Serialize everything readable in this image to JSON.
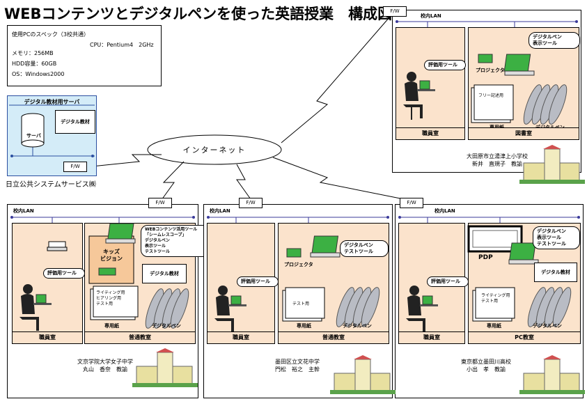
{
  "title": "WEBコンテンツとデジタルペンを使った英語授業　構成図",
  "spec": {
    "heading": "使用PCのスペック（3校共通）",
    "cpu": "CPU：Pentium4　2GHz",
    "memory": "メモリ：256MB",
    "hdd": "HDD容量：60GB",
    "os": "OS：Windows2000"
  },
  "internet_label": "インターネット",
  "server_block": {
    "title": "デジタル教材用サーバ",
    "server_label": "サーバ",
    "material_label": "デジタル教材",
    "fw": "F/W",
    "provider": "日立公共システムサービス㈱"
  },
  "schools": [
    {
      "fw": "F/W",
      "lan": "校内LAN",
      "staff_room": "職員室",
      "room": "図書室",
      "tool": "評価用ツール",
      "projector": "プロジェクタ",
      "callout": "デジタルペン\n表示ツール",
      "paper_label": "フリー記述用",
      "paper_caption": "専用紙",
      "pen_caption": "デジタルペン",
      "name": "大田原市立湯津上小学校\n新井　直規子　教諭"
    },
    {
      "fw": "F/W",
      "lan": "校内LAN",
      "staff_room": "職員室",
      "room": "普通教室",
      "tool": "評価用ツール",
      "tv": "キッズ\nビジョン",
      "callout": "WEBコンテンツ活用ツール\n「シームレスコープ」\nデジタルペン\n表示ツール\nテストツール",
      "material": "デジタル教材",
      "paper_label": "ライティング用\nヒアリング用\nテスト用",
      "paper_caption": "専用紙",
      "pen_caption": "デジタルペン",
      "name": "文京学院大学女子中学\n丸山　香奈　教諭"
    },
    {
      "fw": "F/W",
      "lan": "校内LAN",
      "staff_room": "職員室",
      "room": "普通教室",
      "tool": "評価用ツール",
      "projector": "プロジェクタ",
      "callout": "デジタルペン\nテストツール",
      "paper_label": "テスト用",
      "paper_caption": "専用紙",
      "pen_caption": "デジタルペン",
      "name": "墨田区立文花中学\n門松　裕之　主幹"
    },
    {
      "fw": "F/W",
      "lan": "校内LAN",
      "staff_room": "職員室",
      "room": "PC教室",
      "tool": "評価用ツール",
      "pdp": "PDP",
      "callout": "デジタルペン\n表示ツール\nテストツール",
      "material": "デジタル教材",
      "paper_label": "ライティング用\nテスト用",
      "paper_caption": "専用紙",
      "pen_caption": "デジタルペン",
      "name": "東京都立墨田川高校\n小出　孝　教諭"
    }
  ],
  "colors": {
    "panel": "#fbe3cc",
    "server_bg": "#d4ecf8",
    "lan_line": "#3a3a9a",
    "screen": "#3cb043",
    "pen": "#b9bcc4"
  }
}
